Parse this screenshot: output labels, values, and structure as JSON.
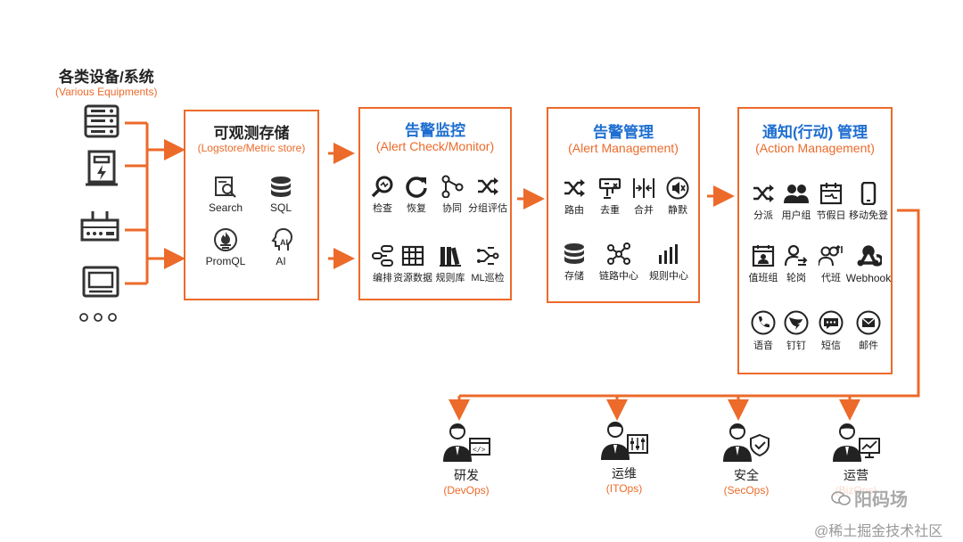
{
  "devices": {
    "title": "各类设备/系统",
    "subtitle": "(Various Equipments)",
    "icons": [
      "server-icon",
      "power-icon",
      "router-icon",
      "monitor-icon",
      "more-icon"
    ]
  },
  "storage": {
    "title": "可观测存储",
    "subtitle": "(Logstore/Metric store)",
    "items": [
      {
        "label": "Search",
        "icon": "search-doc-icon"
      },
      {
        "label": "SQL",
        "icon": "database-icon"
      },
      {
        "label": "PromQL",
        "icon": "prometheus-icon"
      },
      {
        "label": "AI",
        "icon": "ai-head-icon"
      }
    ]
  },
  "monitor": {
    "title": "告警监控",
    "subtitle": "(Alert Check/Monitor)",
    "items": [
      {
        "label": "检查",
        "icon": "magnifier-icon"
      },
      {
        "label": "恢复",
        "icon": "refresh-icon"
      },
      {
        "label": "协同",
        "icon": "share-icon"
      },
      {
        "label": "分组评估",
        "icon": "shuffle-icon"
      },
      {
        "label": "编排",
        "icon": "orchestrate-icon"
      },
      {
        "label": "资源数据",
        "icon": "table-icon"
      },
      {
        "label": "规则库",
        "icon": "books-icon"
      },
      {
        "label": "ML巡检",
        "icon": "ml-icon"
      }
    ]
  },
  "management": {
    "title": "告警管理",
    "subtitle": "(Alert Management)",
    "items": [
      {
        "label": "路由",
        "icon": "shuffle-icon"
      },
      {
        "label": "去重",
        "icon": "dedup-icon"
      },
      {
        "label": "合并",
        "icon": "merge-icon"
      },
      {
        "label": "静默",
        "icon": "mute-icon"
      },
      {
        "label": "存储",
        "icon": "database-icon"
      },
      {
        "label": "链路中心",
        "icon": "graph-icon"
      },
      {
        "label": "规则中心",
        "icon": "bars-icon"
      }
    ]
  },
  "action": {
    "title": "通知(行动) 管理",
    "subtitle": "(Action Management)",
    "items": [
      {
        "label": "分派",
        "icon": "shuffle-icon"
      },
      {
        "label": "用户组",
        "icon": "users-icon"
      },
      {
        "label": "节假日",
        "icon": "calendar-icon"
      },
      {
        "label": "移动免登",
        "icon": "mobile-icon"
      },
      {
        "label": "值班组",
        "icon": "duty-icon"
      },
      {
        "label": "轮岗",
        "icon": "rotate-user-icon"
      },
      {
        "label": "代班",
        "icon": "substitute-icon"
      },
      {
        "label": "Webhook",
        "icon": "webhook-icon"
      },
      {
        "label": "语音",
        "icon": "phone-icon"
      },
      {
        "label": "钉钉",
        "icon": "dingtalk-icon"
      },
      {
        "label": "短信",
        "icon": "sms-icon"
      },
      {
        "label": "邮件",
        "icon": "mail-icon"
      }
    ]
  },
  "roles": [
    {
      "name": "研发",
      "ops": "(DevOps)",
      "icon": "code-icon"
    },
    {
      "name": "运维",
      "ops": "(ITOps)",
      "icon": "sliders-icon"
    },
    {
      "name": "安全",
      "ops": "(SecOps)",
      "icon": "shield-icon"
    },
    {
      "name": "运营",
      "ops": "(BizOps)",
      "icon": "chart-icon"
    }
  ],
  "watermark": {
    "channel": "阳码场",
    "community": "@稀土掘金技术社区"
  },
  "colors": {
    "accent": "#ec6a2a",
    "title_blue": "#1f6fd0"
  }
}
